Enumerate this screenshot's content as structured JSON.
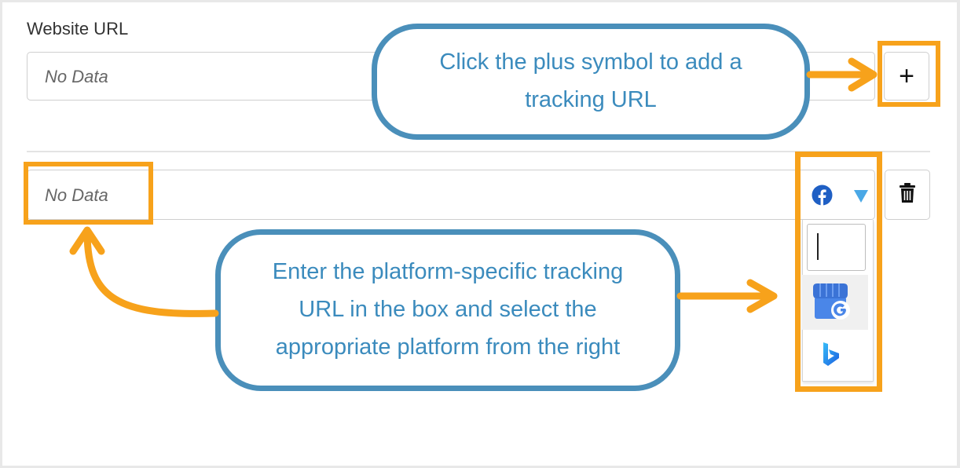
{
  "form": {
    "website_label": "Website URL",
    "url_placeholder": "No Data",
    "plus_label": "+",
    "tracking_placeholder": "No Data"
  },
  "platform_dropdown": {
    "selected": "facebook-icon",
    "options": [
      "google-business-profile-icon",
      "bing-icon"
    ]
  },
  "callouts": {
    "plus_tip": "Click the plus symbol to add a tracking URL",
    "enter_tip": "Enter the platform-specific tracking URL in the box and select the appropriate platform from the right"
  },
  "colors": {
    "highlight": "#f7a21b",
    "bubble_border": "#4a8fba",
    "bubble_text": "#3b8bbd",
    "facebook": "#1f5fc4",
    "dropdown_arrow": "#4aa8e6"
  }
}
